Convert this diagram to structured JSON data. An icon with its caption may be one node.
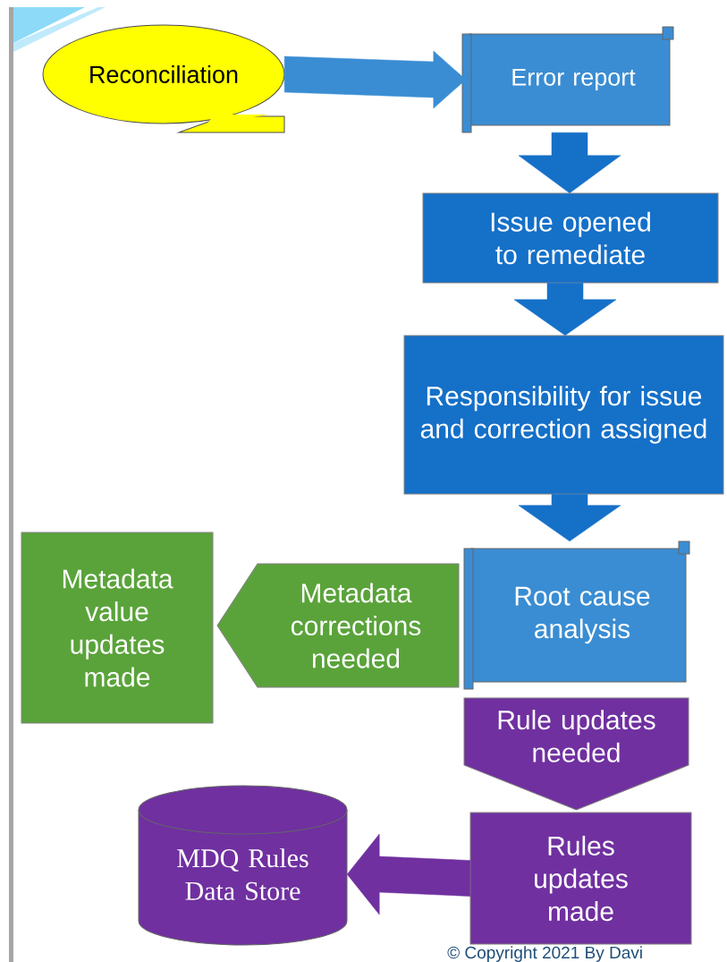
{
  "diagram": {
    "nodes": [
      {
        "text": [
          "Reconciliation"
        ]
      },
      {
        "text": [
          "Error report"
        ]
      },
      {
        "text": [
          "Issue opened to remediate"
        ]
      },
      {
        "text": [
          "Responsibility for issue and correction assigned"
        ]
      },
      {
        "text": [
          "Root cause analysis"
        ]
      },
      {
        "text": [
          "Metadata corrections needed"
        ]
      },
      {
        "text": [
          "Metadata value updates made"
        ]
      },
      {
        "text": [
          "Rule updates needed"
        ]
      },
      {
        "text": [
          "Rules updates made"
        ]
      },
      {
        "text": [
          "MDQ Rules Data Store"
        ]
      }
    ],
    "edges": [
      {
        "from": 0,
        "to": 1,
        "arrow": "to"
      },
      {
        "from": 1,
        "to": 2,
        "arrow": "to"
      },
      {
        "from": 2,
        "to": 3,
        "arrow": "to"
      },
      {
        "from": 3,
        "to": 4,
        "arrow": "to"
      },
      {
        "from": 8,
        "to": 9,
        "arrow": "to",
        "color": "#7030a0"
      }
    ],
    "labels": [
      "© Copyright 2021 By Davi"
    ]
  }
}
